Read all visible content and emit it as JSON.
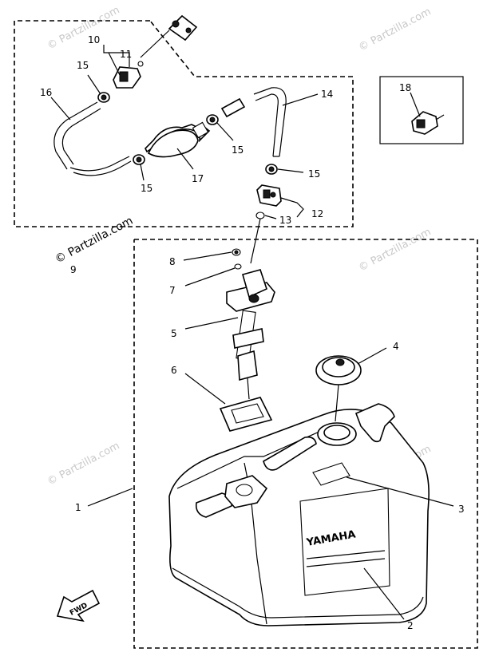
{
  "callouts": {
    "c1": "1",
    "c2": "2",
    "c3": "3",
    "c4": "4",
    "c5": "5",
    "c6": "6",
    "c7": "7",
    "c8": "8",
    "c9": "9",
    "c10": "10",
    "c11": "11",
    "c12": "12",
    "c13": "13",
    "c14": "14",
    "c15a": "15",
    "c15b": "15",
    "c15c": "15",
    "c15d": "15",
    "c16": "16",
    "c17": "17",
    "c18": "18"
  },
  "tank_brand": "YAMAHA",
  "fwd_label": "FWD",
  "watermark": "© Partzilla.com"
}
